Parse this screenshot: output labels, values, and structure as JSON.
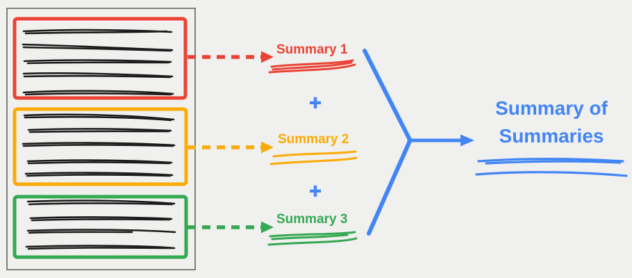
{
  "diagram": {
    "background_color": "#f0f0ee",
    "colors": {
      "red": "#EA4335",
      "yellow": "#FBAB05",
      "green": "#34A853",
      "blue": "#4285F4",
      "document_border": "#7d7d7d",
      "handwritten_text_lines": "#1c1c1c"
    },
    "document": {
      "sections": [
        {
          "name": "section-1",
          "border_color": "#EA4335",
          "scribble_line_count": 5
        },
        {
          "name": "section-2",
          "border_color": "#FBAB05",
          "scribble_line_count": 5
        },
        {
          "name": "section-3",
          "border_color": "#34A853",
          "scribble_line_count": 4
        }
      ]
    },
    "summaries": [
      {
        "label": "Summary 1",
        "color": "#EA4335"
      },
      {
        "label": "Summary 2",
        "color": "#FBAB05"
      },
      {
        "label": "Summary 3",
        "color": "#34A853"
      }
    ],
    "operators": {
      "plus1": "+",
      "plus2": "+"
    },
    "final_summary": {
      "label_line1": "Summary of",
      "label_line2": "Summaries",
      "color": "#4285F4"
    }
  }
}
